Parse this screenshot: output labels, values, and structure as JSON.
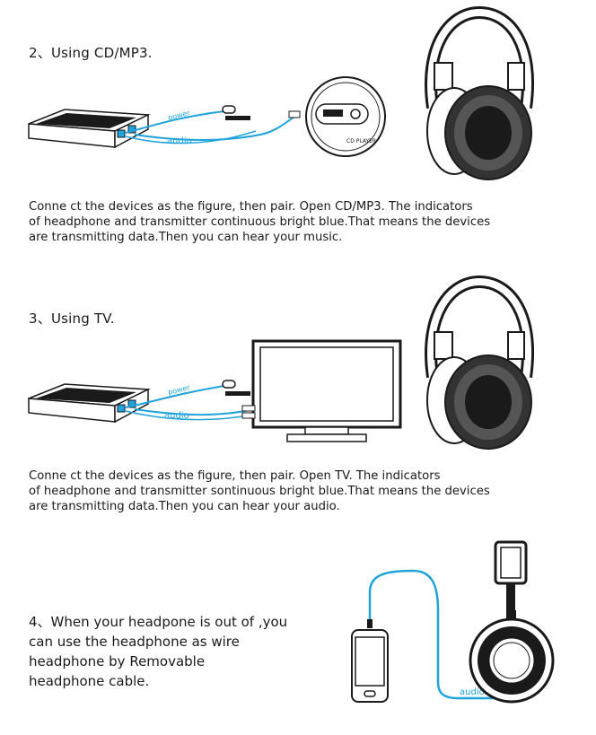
{
  "section2": {
    "heading": "2、Using CD/MP3.",
    "text": "Conne ct the devices as the figure, then pair. Open CD/MP3. The indicators\nof headphone and transmitter continuous bright blue.That means the devices\nare transmitting data.Then you can hear your music.",
    "labels": {
      "power": "power",
      "audio": "audio",
      "player": "CD PLAYER"
    }
  },
  "section3": {
    "heading": "3、Using TV.",
    "text": "Conne ct the devices as the figure, then pair. Open TV. The indicators\nof headphone and transmitter sontinuous bright blue.That means the devices\nare transmitting data.Then you can hear your audio.",
    "labels": {
      "power": "power",
      "audio": "audio"
    }
  },
  "section4": {
    "text": "4、When your headpone is out of ,you\ncan use the headphone as wire\nheadphone by Removable\nheadphone cable.",
    "labels": {
      "audio": "audio"
    }
  },
  "colors": {
    "cable": "#1fa3dc",
    "line": "#1a1a1a"
  }
}
